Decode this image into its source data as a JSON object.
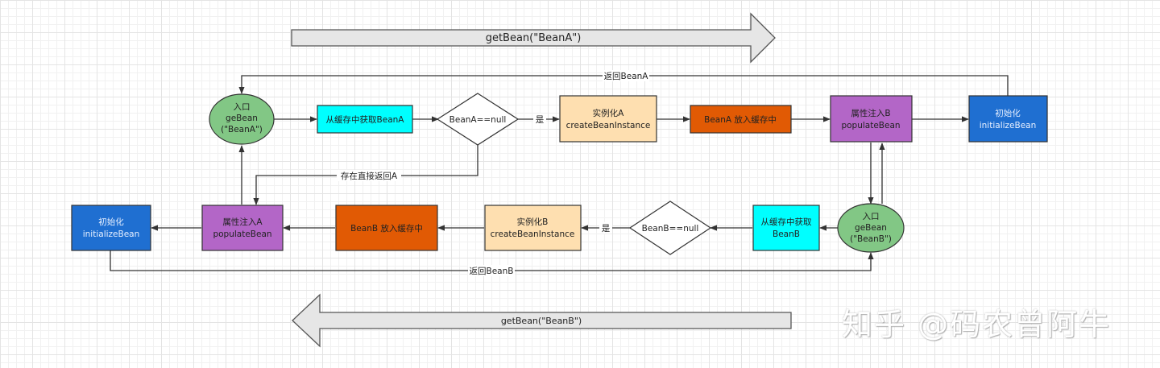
{
  "top_arrow": {
    "label": "getBean(\"BeanA\")"
  },
  "bottom_arrow": {
    "label": "getBean(\"BeanB\")"
  },
  "nodes": {
    "entryA": {
      "lines": [
        "入口",
        "geBean",
        "(\"BeanA\")"
      ],
      "color": "#82c785"
    },
    "getCacheA": {
      "lines": [
        "从缓存中获取BeanA"
      ],
      "color": "#00ffff"
    },
    "decisionA": {
      "lines": [
        "BeanA==null"
      ],
      "color": "#ffffff"
    },
    "instA": {
      "lines": [
        "实例化A",
        "createBeanInstance"
      ],
      "color": "#fedfb0"
    },
    "cacheA": {
      "lines": [
        "BeanA 放入缓存中"
      ],
      "color": "#e15a04"
    },
    "injectB": {
      "lines": [
        "属性注入B",
        "populateBean"
      ],
      "color": "#b366c7"
    },
    "initA": {
      "lines": [
        "初始化",
        "initializeBean"
      ],
      "color": "#1f6fd1"
    },
    "entryB": {
      "lines": [
        "入口",
        "geBean",
        "(\"BeanB\")"
      ],
      "color": "#82c785"
    },
    "getCacheB": {
      "lines": [
        "从缓存中获取",
        "BeanB"
      ],
      "color": "#00ffff"
    },
    "decisionB": {
      "lines": [
        "BeanB==null"
      ],
      "color": "#ffffff"
    },
    "instB": {
      "lines": [
        "实例化B",
        "createBeanInstance"
      ],
      "color": "#fedfb0"
    },
    "cacheB": {
      "lines": [
        "BeanB 放入缓存中"
      ],
      "color": "#e15a04"
    },
    "injectA": {
      "lines": [
        "属性注入A",
        "populateBean"
      ],
      "color": "#b366c7"
    },
    "initB": {
      "lines": [
        "初始化",
        "initializeBean"
      ],
      "color": "#1f6fd1"
    }
  },
  "edge_labels": {
    "returnA": "返回BeanA",
    "existA": "存在直接返回A",
    "yesA": "是",
    "yesB": "是",
    "returnB": "返回BeanB"
  },
  "watermark": "知乎 @码农曾阿牛"
}
